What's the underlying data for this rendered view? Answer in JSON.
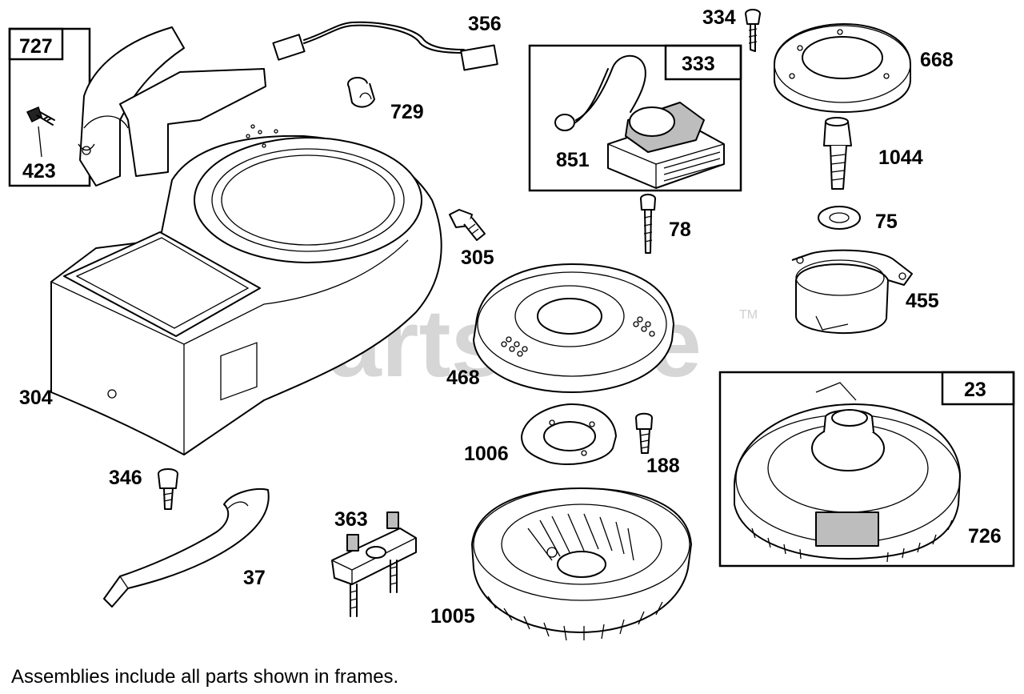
{
  "watermark": {
    "text": "PartsTree",
    "trademark": "TM"
  },
  "footnote": "Assemblies include all parts shown in frames.",
  "frames": {
    "f727": "727",
    "f333": "333",
    "f23": "23"
  },
  "parts": {
    "p304": "304",
    "p356": "356",
    "p729": "729",
    "p423": "423",
    "p851": "851",
    "p334": "334",
    "p668": "668",
    "p1044": "1044",
    "p75": "75",
    "p455": "455",
    "p78": "78",
    "p305": "305",
    "p468": "468",
    "p1006": "1006",
    "p188": "188",
    "p346": "346",
    "p363": "363",
    "p37": "37",
    "p1005": "1005",
    "p726": "726"
  }
}
